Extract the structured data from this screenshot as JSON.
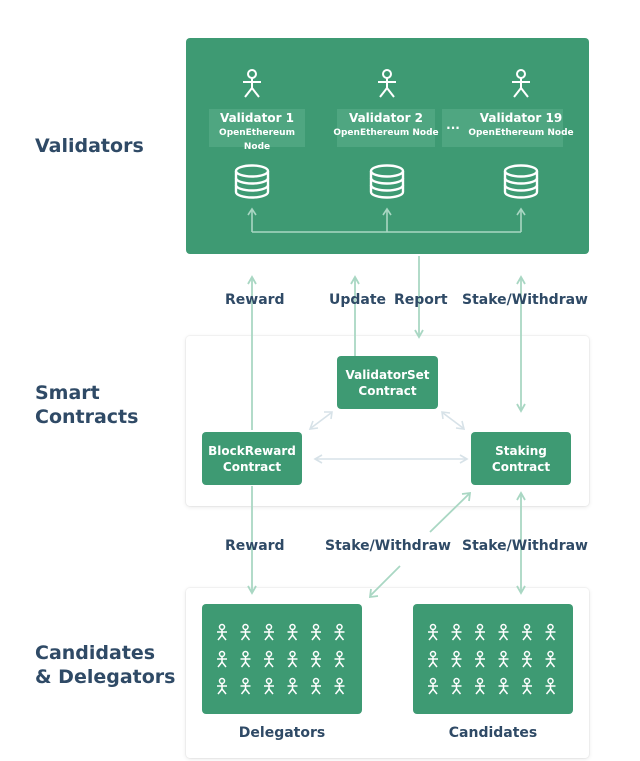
{
  "sections": {
    "validators": "Validators",
    "smart_contracts_line1": "Smart",
    "smart_contracts_line2": "Contracts",
    "candidates_line1": "Candidates",
    "candidates_line2": "& Delegators"
  },
  "validators": [
    {
      "name": "Validator 1",
      "node": "OpenEthereum Node"
    },
    {
      "name": "Validator 2",
      "node": "OpenEthereum Node"
    },
    {
      "name": "Validator 19",
      "node": "OpenEthereum Node"
    }
  ],
  "validator_ellipsis": "···",
  "edges_top": {
    "reward": "Reward",
    "update": "Update",
    "report": "Report",
    "stake_withdraw": "Stake/Withdraw"
  },
  "contracts": {
    "validator_set_line1": "ValidatorSet",
    "validator_set_line2": "Contract",
    "block_reward_line1": "BlockReward",
    "block_reward_line2": "Contract",
    "staking_line1": "Staking",
    "staking_line2": "Contract"
  },
  "edges_bottom": {
    "reward": "Reward",
    "stake_withdraw_delegators": "Stake/Withdraw",
    "stake_withdraw_candidates": "Stake/Withdraw"
  },
  "groups": {
    "delegators": "Delegators",
    "candidates": "Candidates"
  },
  "colors": {
    "green": "#3e9a73",
    "arrow": "#a9d7c3",
    "arrow_light": "#d7e2e8",
    "text": "#2f4a66"
  }
}
